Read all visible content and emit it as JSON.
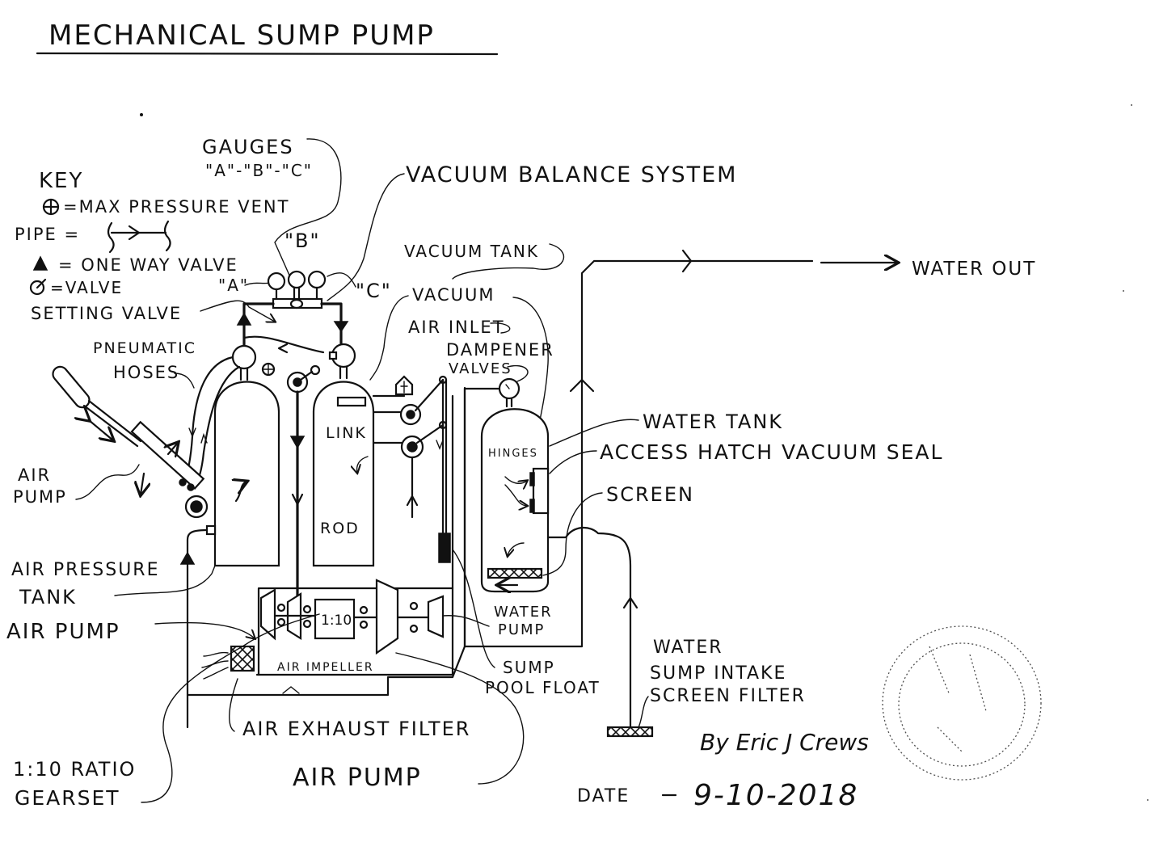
{
  "title": "MECHANICAL SUMP PUMP",
  "key": {
    "heading": "KEY",
    "max_pressure_vent": "=MAX PRESSURE VENT",
    "pipe": "PIPE =",
    "one_way_valve": "= ONE WAY VALVE",
    "valve": "=VALVE",
    "setting_valve": "SETTING VALVE"
  },
  "labels": {
    "gauges": "GAUGES",
    "gauges_abc": "\"A\"-\"B\"-\"C\"",
    "gauge_a": "\"A\"",
    "gauge_b": "\"B\"",
    "gauge_c": "\"C\"",
    "vacuum_balance_system": "VACUUM BALANCE SYSTEM",
    "vacuum_tank": "VACUUM TANK",
    "vacuum": "VACUUM",
    "air_inlet": "AIR INLET",
    "dampener": "DAMPENER",
    "valves": "VALVES",
    "water_out": "WATER OUT",
    "pneumatic": "PNEUMATIC",
    "hoses": "HOSES",
    "link": "LINK",
    "rod": "ROD",
    "hinges": "HINGES",
    "water_tank": "WATER TANK",
    "access_hatch": "ACCESS HATCH VACUUM SEAL",
    "screen": "SCREEN",
    "air_pump_handle_1": "AIR",
    "air_pump_handle_2": "PUMP",
    "air_pressure_tank_1": "AIR PRESSURE",
    "air_pressure_tank_2": "TANK",
    "air_pump_left": "AIR PUMP",
    "gear_ratio_box": "1:10",
    "air_impeller": "AIR IMPELLER",
    "water_pump_1": "WATER",
    "water_pump_2": "PUMP",
    "sump_pool_float_1": "SUMP",
    "sump_pool_float_2": "POOL FLOAT",
    "water_intake_1": "WATER",
    "water_intake_2": "SUMP INTAKE",
    "water_intake_3": "SCREEN FILTER",
    "air_exhaust_filter": "AIR EXHAUST FILTER",
    "air_pump_bottom": "AIR PUMP",
    "gearset_1": "1:10 RATIO",
    "gearset_2": "GEARSET"
  },
  "signature": {
    "by": "By Eric J Crews",
    "date_label": "DATE",
    "date_value": "9-10-2018"
  }
}
